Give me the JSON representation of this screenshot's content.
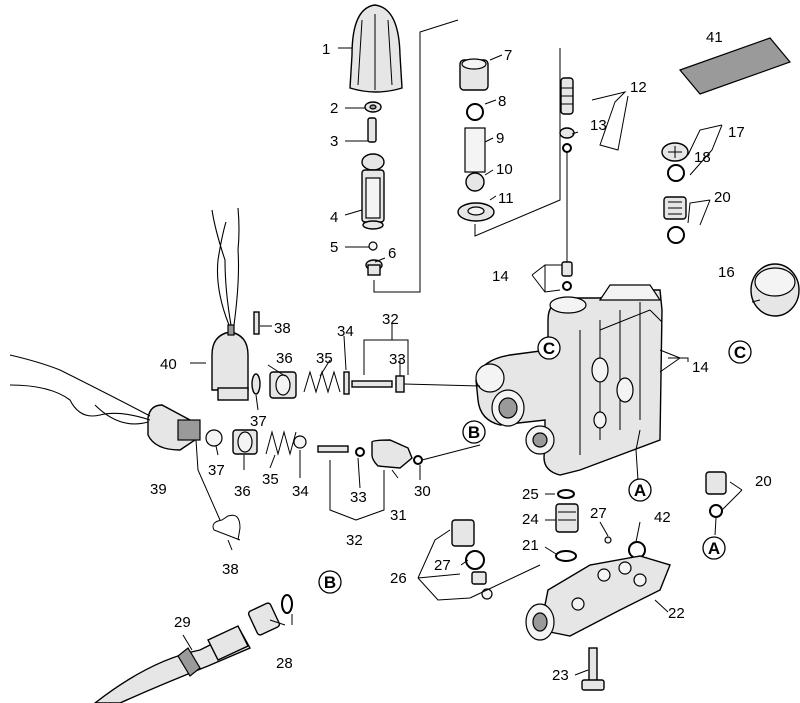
{
  "part_labels": [
    "1",
    "2",
    "3",
    "4",
    "5",
    "6",
    "7",
    "8",
    "9",
    "10",
    "11",
    "12",
    "13",
    "14",
    "14",
    "17",
    "18",
    "20",
    "20",
    "16",
    "41",
    "38",
    "40",
    "36",
    "35",
    "34",
    "32",
    "33",
    "37",
    "39",
    "37",
    "36",
    "35",
    "34",
    "33",
    "31",
    "30",
    "32",
    "38",
    "29",
    "28",
    "25",
    "24",
    "21",
    "27",
    "26",
    "27",
    "22",
    "23",
    "42"
  ],
  "ref_letters": [
    "C",
    "C",
    "B",
    "A",
    "A",
    "B"
  ],
  "icon_names": [
    "pump-housing-icon",
    "unloader-valve-icon",
    "spring-icon",
    "o-ring-icon",
    "check-valve-icon",
    "thermal-switch-icon",
    "hose-icon",
    "manifold-icon"
  ]
}
